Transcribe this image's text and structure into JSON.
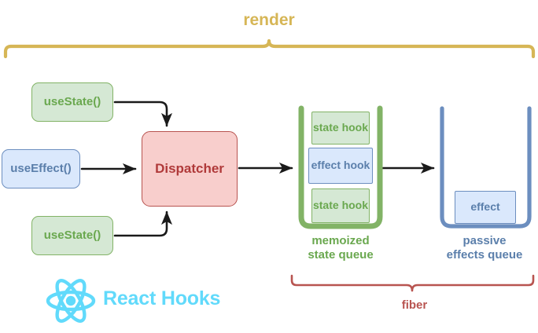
{
  "diagram": {
    "title": "React Hooks render flow",
    "render_brace_label": "render",
    "fiber_brace_label": "fiber",
    "brand": {
      "wordmark": "React Hooks",
      "logo_icon": "react-atom-icon",
      "color": "#61dafb"
    },
    "colors": {
      "render_brace": "#d6b656",
      "fiber_brace": "#b85450",
      "green_fill": "#d5e8d4",
      "green_stroke": "#82b366",
      "green_text": "#6aa84f",
      "blue_fill": "#dae8fc",
      "blue_stroke": "#6c8ebf",
      "blue_text": "#5b7fab",
      "red_fill": "#f8cecc",
      "red_stroke": "#b85450",
      "red_text": "#b03a3a",
      "arrow": "#1a1a1a"
    },
    "hook_calls": [
      {
        "id": "usestate-top",
        "label": "useState()",
        "kind": "state"
      },
      {
        "id": "useeffect",
        "label": "useEffect()",
        "kind": "effect"
      },
      {
        "id": "usestate-bot",
        "label": "useState()",
        "kind": "state"
      }
    ],
    "dispatcher": {
      "label": "Dispatcher"
    },
    "memoized_state_queue": {
      "label_line1": "memoized",
      "label_line2": "state queue",
      "items": [
        {
          "line1": "state",
          "line2": "hook",
          "kind": "state"
        },
        {
          "line1": "effect",
          "line2": "hook",
          "kind": "effect"
        },
        {
          "line1": "state",
          "line2": "hook",
          "kind": "state"
        }
      ]
    },
    "passive_effects_queue": {
      "label_line1": "passive",
      "label_line2": "effects queue",
      "items": [
        {
          "line1": "effect",
          "line2": "",
          "kind": "effect"
        }
      ]
    }
  }
}
